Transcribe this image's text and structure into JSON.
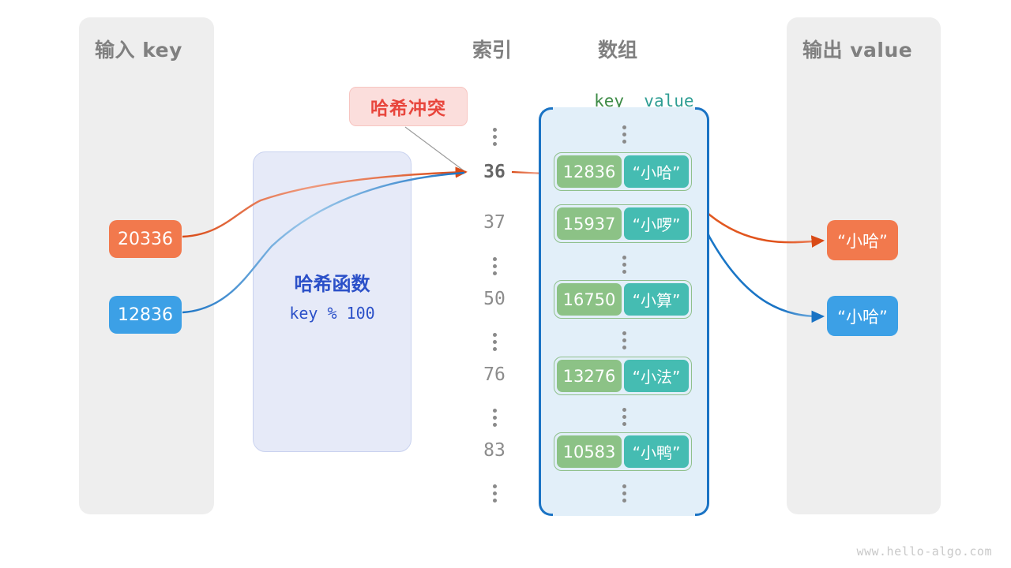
{
  "panels": {
    "input": {
      "title": "输入 key"
    },
    "output": {
      "title": "输出 value"
    }
  },
  "headings": {
    "index": "索引",
    "array": "数组",
    "key": "key",
    "value": "value"
  },
  "hash_function": {
    "title": "哈希函数",
    "formula": "key % 100"
  },
  "collision": {
    "label": "哈希冲突"
  },
  "inputs": [
    {
      "value": "20336",
      "color": "#f2794d"
    },
    {
      "value": "12836",
      "color": "#3ca0e6"
    }
  ],
  "outputs": [
    {
      "value": "“小哈”",
      "color": "#f2794d"
    },
    {
      "value": "“小哈”",
      "color": "#3ca0e6"
    }
  ],
  "array": {
    "indices": [
      "36",
      "37",
      "50",
      "76",
      "83"
    ],
    "buckets": [
      {
        "index": "36",
        "key": "12836",
        "value": "“小哈”"
      },
      {
        "index": "37",
        "key": "15937",
        "value": "“小啰”"
      },
      {
        "index": "50",
        "key": "16750",
        "value": "“小算”"
      },
      {
        "index": "76",
        "key": "13276",
        "value": "“小法”"
      },
      {
        "index": "83",
        "key": "10583",
        "value": "“小鸭”"
      }
    ],
    "ellipsis_glyph": "⋮"
  },
  "colors": {
    "panel_bg": "#eeeeee",
    "array_bg": "#e2eff9",
    "bracket": "#1a73c4",
    "key_cell": "#8cc286",
    "value_cell": "#45bcb2",
    "hash_box": "#e6eaf8",
    "hash_text": "#2b50c8",
    "collision_bg": "#fbdedc",
    "collision_text": "#e8453c",
    "orange": "#f2794d",
    "blue": "#3ca0e6",
    "orange_wire": "#d94a16",
    "blue_wire": "#1a73c4"
  },
  "watermark": "www.hello-algo.com"
}
